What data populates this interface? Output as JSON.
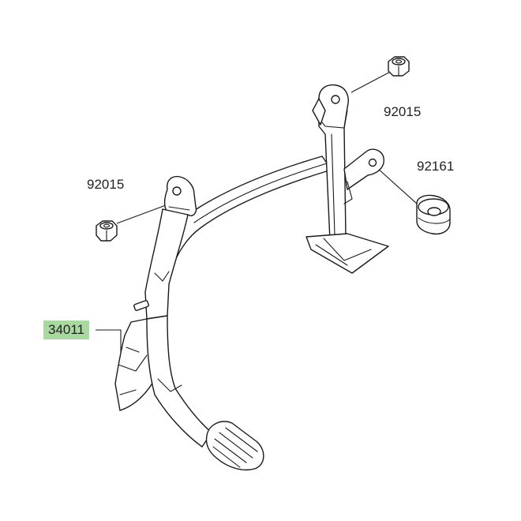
{
  "labels": {
    "nut_top": "92015",
    "nut_left": "92015",
    "rubber_bushing": "92161",
    "main_stand": "34011"
  },
  "colors": {
    "highlight": "#a9d8a0",
    "line": "#1a1a1a",
    "background": "#ffffff"
  }
}
